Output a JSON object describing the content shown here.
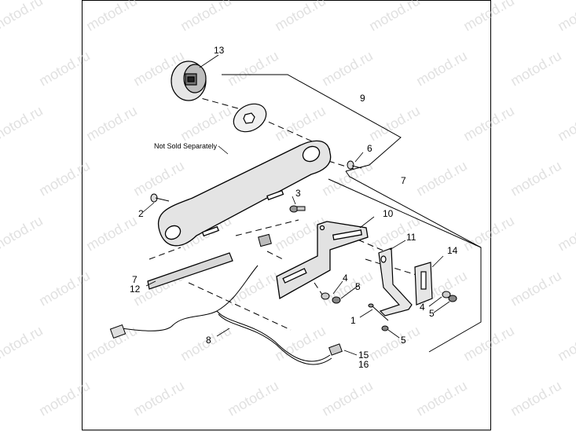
{
  "watermark": "motod.ru",
  "callouts": {
    "c1": "1",
    "c2": "2",
    "c3": "3",
    "c4a": "4",
    "c4b": "4",
    "c5a": "5",
    "c5b": "5",
    "c5c": "5",
    "c6": "6",
    "c7a": "7",
    "c7b": "7",
    "c8": "8",
    "c9": "9",
    "c10": "10",
    "c11": "11",
    "c12": "12",
    "c13": "13",
    "c14": "14",
    "c15": "15",
    "c16": "16"
  },
  "note": "Not Sold Separately"
}
